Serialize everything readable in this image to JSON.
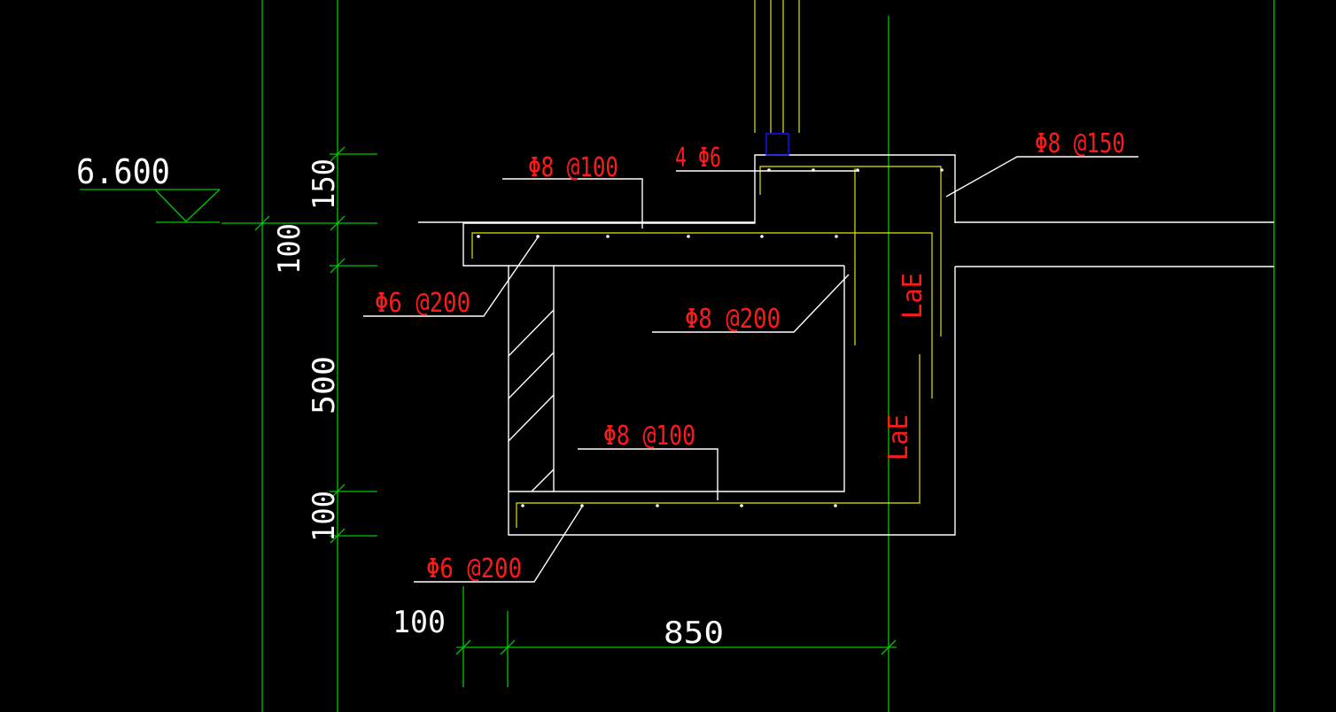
{
  "colors": {
    "background": "#000000",
    "green": "#00c800",
    "white": "#ffffff",
    "yellow": "#e6e600",
    "red": "#ff1a1a",
    "blue": "#1010ff"
  },
  "level_mark": {
    "value": "6.600"
  },
  "dims_vertical": {
    "d150": "150",
    "d100_top": "100",
    "d500": "500",
    "d100_bot": "100"
  },
  "dims_horizontal": {
    "d100": "100",
    "d850": "850"
  },
  "rebar_labels": {
    "top_slab": "Φ8 @100",
    "upturn_bars": "4 Φ6",
    "right_side": "Φ8 @150",
    "top_dist": "Φ6 @200",
    "inner_side": "Φ8 @200",
    "bottom_slab": "Φ8 @100",
    "bottom_dist": "Φ6 @200",
    "anchor_1": "LaE",
    "anchor_2": "LaE"
  }
}
